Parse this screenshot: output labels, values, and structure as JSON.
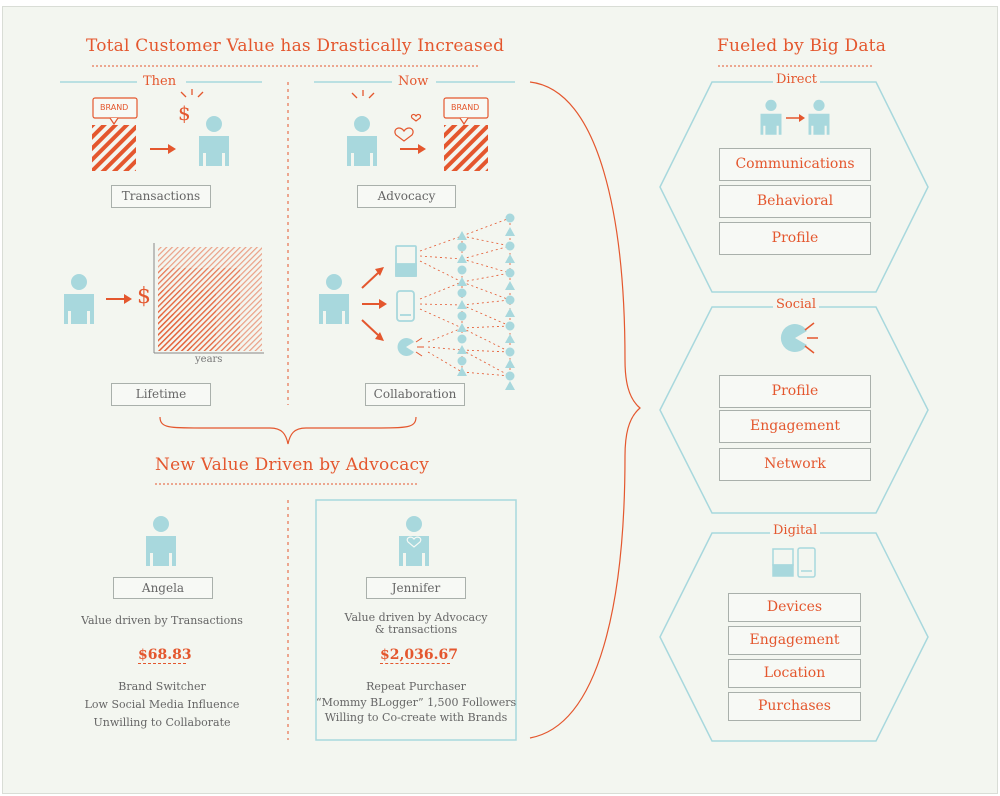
{
  "left": {
    "title": "Total Customer Value has Drastically Increased",
    "then_label": "Then",
    "now_label": "Now",
    "brand_tag_then": "BRAND",
    "brand_tag_now": "BRAND",
    "dollar_symbol": "$",
    "transactions_label": "Transactions",
    "advocacy_label": "Advocacy",
    "lifetime_label": "Lifetime",
    "collaboration_label": "Collaboration",
    "years_label": "years"
  },
  "advocacy_section": {
    "title": "New Value Driven by Advocacy",
    "angela": {
      "name": "Angela",
      "driver": "Value driven by Transactions",
      "value": "$68.83",
      "traits": [
        "Brand Switcher",
        "Low Social Media Influence",
        "Unwilling to Collaborate"
      ]
    },
    "jennifer": {
      "name": "Jennifer",
      "driver_line1": "Value driven by Advocacy",
      "driver_line2": "& transactions",
      "value": "$2,036.67",
      "traits": [
        "Repeat Purchaser",
        "“Mommy BLogger” 1,500 Followers",
        "Willing to Co-create with Brands"
      ]
    }
  },
  "right": {
    "title": "Fueled by Big Data",
    "direct": {
      "label": "Direct",
      "items": [
        "Communications",
        "Behavioral",
        "Profile"
      ]
    },
    "social": {
      "label": "Social",
      "items": [
        "Profile",
        "Engagement",
        "Network"
      ]
    },
    "digital": {
      "label": "Digital",
      "items": [
        "Devices",
        "Engagement",
        "Location",
        "Purchases"
      ]
    }
  },
  "colors": {
    "accent": "#e4572e",
    "teal": "#a8d8dd",
    "gray_box": "#a9b0ab",
    "background": "#f3f6f0"
  },
  "icons": [
    "person-icon",
    "brand-box-icon",
    "dollar-icon",
    "arrow-icon",
    "heart-icon",
    "tablet-icon",
    "phone-icon",
    "pacman-icon",
    "network-node-icon",
    "laptop-icon"
  ]
}
